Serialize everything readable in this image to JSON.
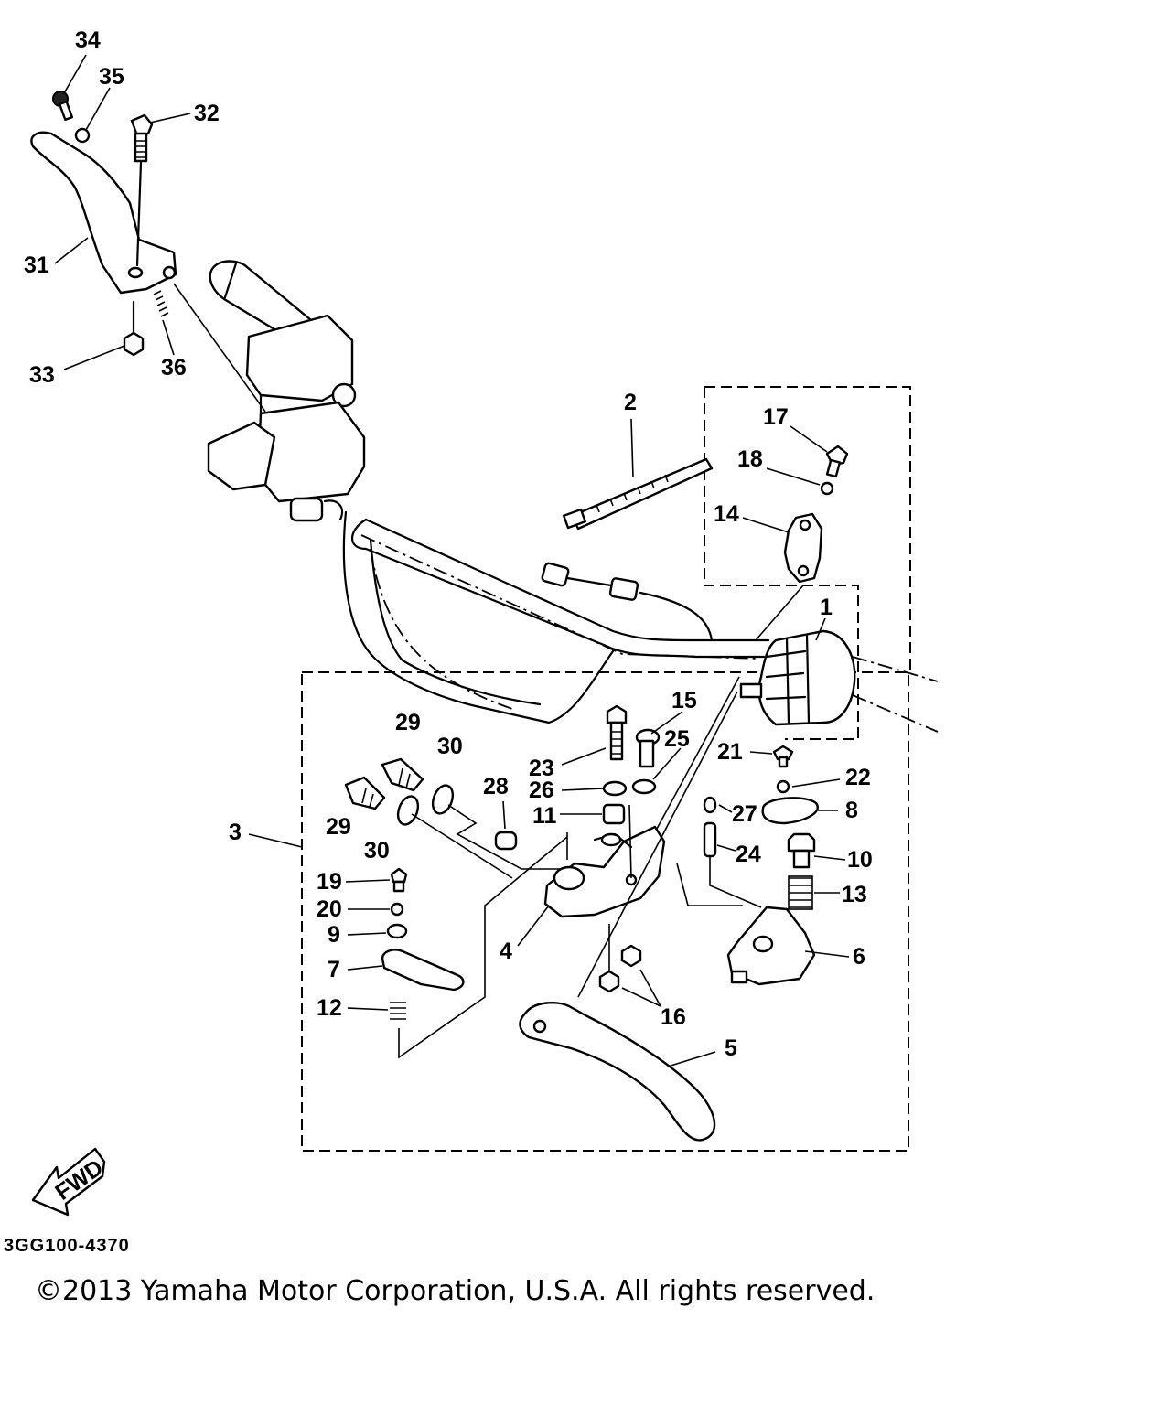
{
  "diagram": {
    "document_code": "3GG100-4370",
    "copyright": "©2013 Yamaha Motor Corporation, U.S.A. All rights reserved.",
    "fwd_arrow_label": "FWD",
    "callouts": {
      "c1": "1",
      "c2": "2",
      "c3": "3",
      "c4": "4",
      "c5": "5",
      "c6": "6",
      "c7": "7",
      "c8": "8",
      "c9": "9",
      "c10": "10",
      "c11": "11",
      "c12": "12",
      "c13": "13",
      "c14": "14",
      "c15": "15",
      "c16": "16",
      "c17": "17",
      "c18": "18",
      "c19": "19",
      "c20": "20",
      "c21": "21",
      "c22": "22",
      "c23": "23",
      "c24": "24",
      "c25": "25",
      "c26": "26",
      "c27": "27",
      "c28": "28",
      "c29a": "29",
      "c29b": "29",
      "c30a": "30",
      "c30b": "30",
      "c31": "31",
      "c32": "32",
      "c33": "33",
      "c34": "34",
      "c35": "35",
      "c36": "36"
    }
  }
}
